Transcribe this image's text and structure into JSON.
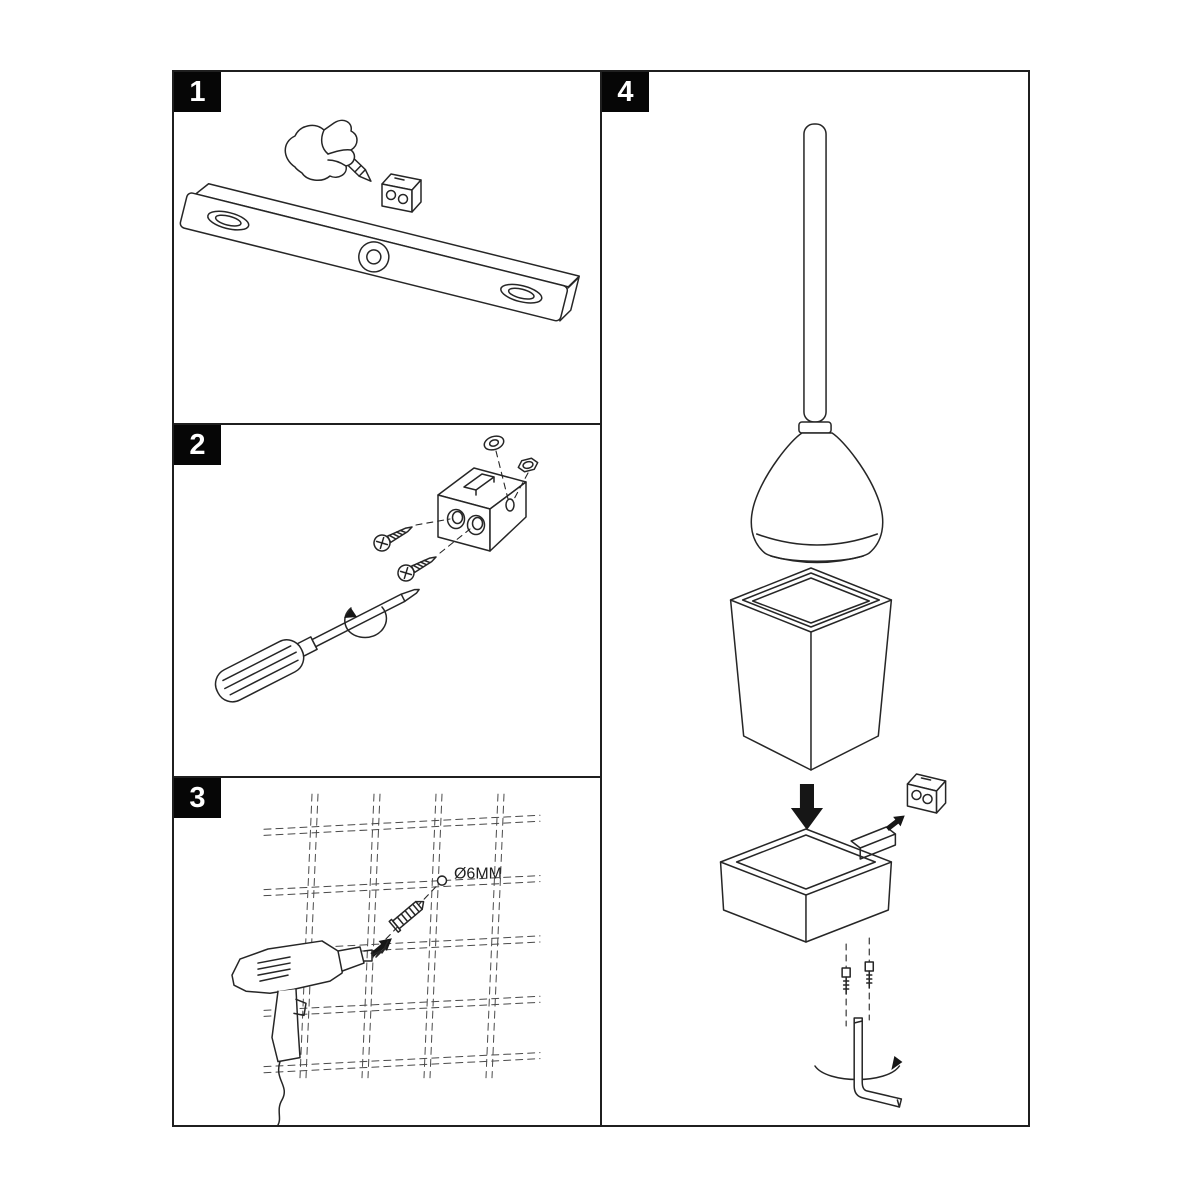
{
  "sheet": {
    "background": "#ffffff",
    "line_color": "#262626",
    "frame_color": "#1f1f1f"
  },
  "steps": {
    "step1": {
      "number": "1",
      "illustration": "spirit-level-pencil-marking"
    },
    "step2": {
      "number": "2",
      "illustration": "bracket-screws-screwdriver"
    },
    "step3": {
      "number": "3",
      "illustration": "drill-tile-wall-anchor",
      "hole_label": "Ø6MM"
    },
    "step4": {
      "number": "4",
      "illustration": "toilet-brush-exploded-assembly"
    }
  }
}
